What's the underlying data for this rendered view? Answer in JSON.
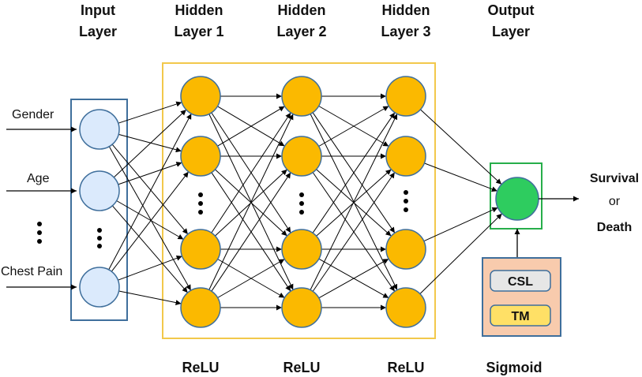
{
  "headers": {
    "input": [
      "Input",
      "Layer"
    ],
    "hidden1": [
      "Hidden",
      "Layer 1"
    ],
    "hidden2": [
      "Hidden",
      "Layer 2"
    ],
    "hidden3": [
      "Hidden",
      "Layer 3"
    ],
    "output": [
      "Output",
      "Layer"
    ]
  },
  "input_features": [
    "Gender",
    "Age",
    "Chest Pain"
  ],
  "activations": {
    "hidden1": "ReLU",
    "hidden2": "ReLU",
    "hidden3": "ReLU",
    "output": "Sigmoid"
  },
  "result": [
    "Survival",
    "or",
    "Death"
  ],
  "optimizers": [
    "CSL",
    "TM"
  ],
  "colors": {
    "input_node": "#dbeafc",
    "input_border": "#3f6f9c",
    "hidden_node": "#fbb900",
    "hidden_border": "#3f6f9c",
    "output_node": "#2ecc5f",
    "hidden_box": "#f2c84b",
    "output_box": "#27ae4a",
    "panel_fill": "#f8cbad",
    "panel_border": "#3f6f9c",
    "csl_fill": "#e6e6e6",
    "tm_fill": "#ffe066"
  }
}
